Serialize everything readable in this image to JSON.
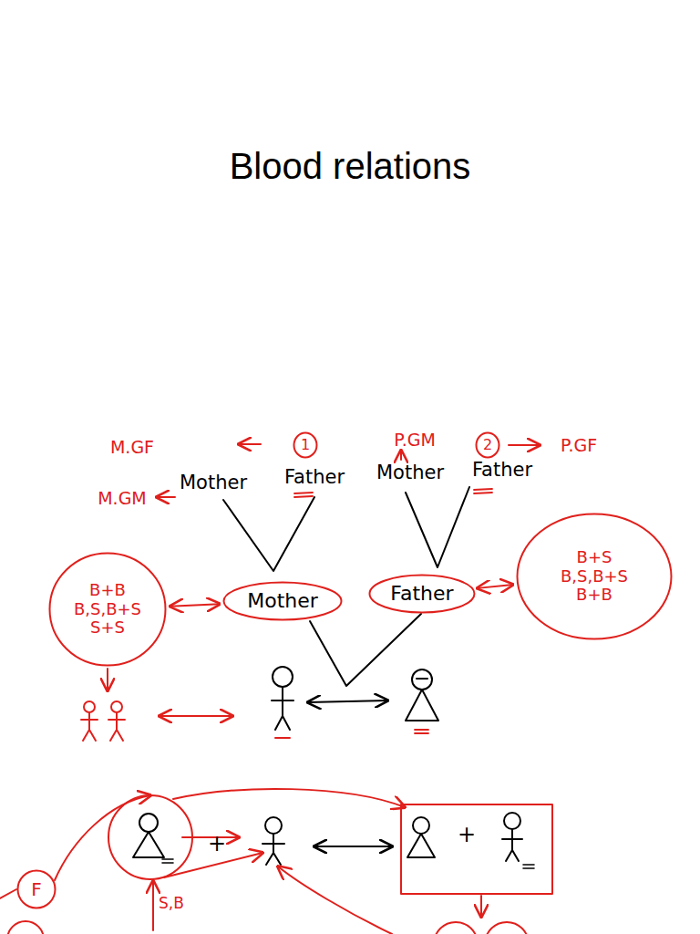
{
  "diagram": {
    "title": "Blood relations",
    "nodes": [
      {
        "text": [
          "1"
        ]
      },
      {
        "text": [
          "2"
        ]
      },
      {
        "text": [
          "Mother"
        ]
      },
      {
        "text": [
          "Father"
        ]
      },
      {
        "text": [
          "B+B",
          "B,S,B+S",
          "S+S"
        ]
      },
      {
        "text": [
          "B+S",
          "B,S,B+S",
          "B+B"
        ]
      },
      {
        "text": [
          "F"
        ]
      }
    ],
    "edges": [
      {
        "from": 4,
        "to": 2,
        "arrow": "both"
      },
      {
        "from": 3,
        "to": 5,
        "arrow": "both"
      }
    ],
    "labels": [
      "M.GF",
      "P.GM",
      "P.GF",
      "M.GM",
      "Mother",
      "Father",
      "Mother",
      "Father",
      "+",
      "+",
      "S,B"
    ]
  }
}
